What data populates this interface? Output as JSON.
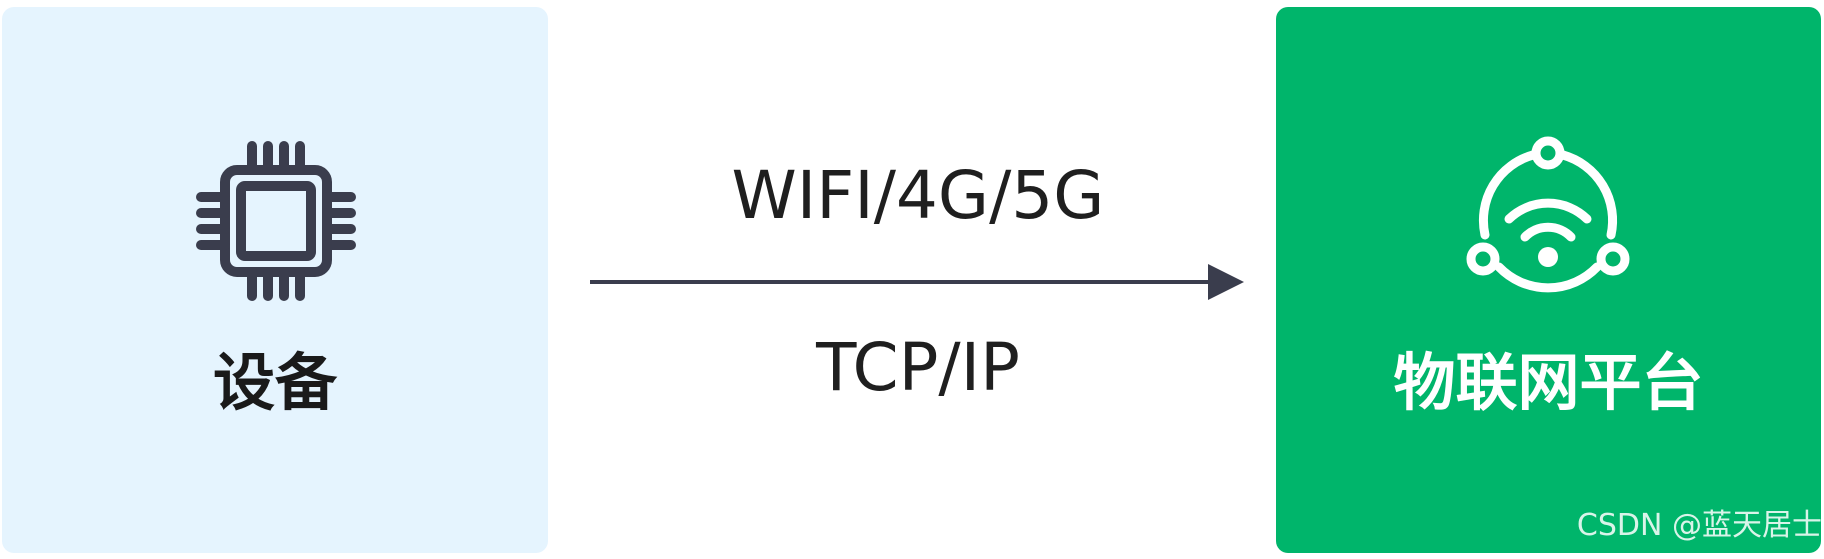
{
  "nodes": {
    "device": {
      "label": "设备",
      "icon": "chip-icon",
      "color": "#e5f4fe"
    },
    "platform": {
      "label": "物联网平台",
      "icon": "iot-network-icon",
      "color": "#00b56b"
    }
  },
  "connection": {
    "top_label": "WIFI/4G/5G",
    "bottom_label": "TCP/IP",
    "direction": "device-to-platform"
  },
  "watermark": "CSDN @蓝天居士"
}
